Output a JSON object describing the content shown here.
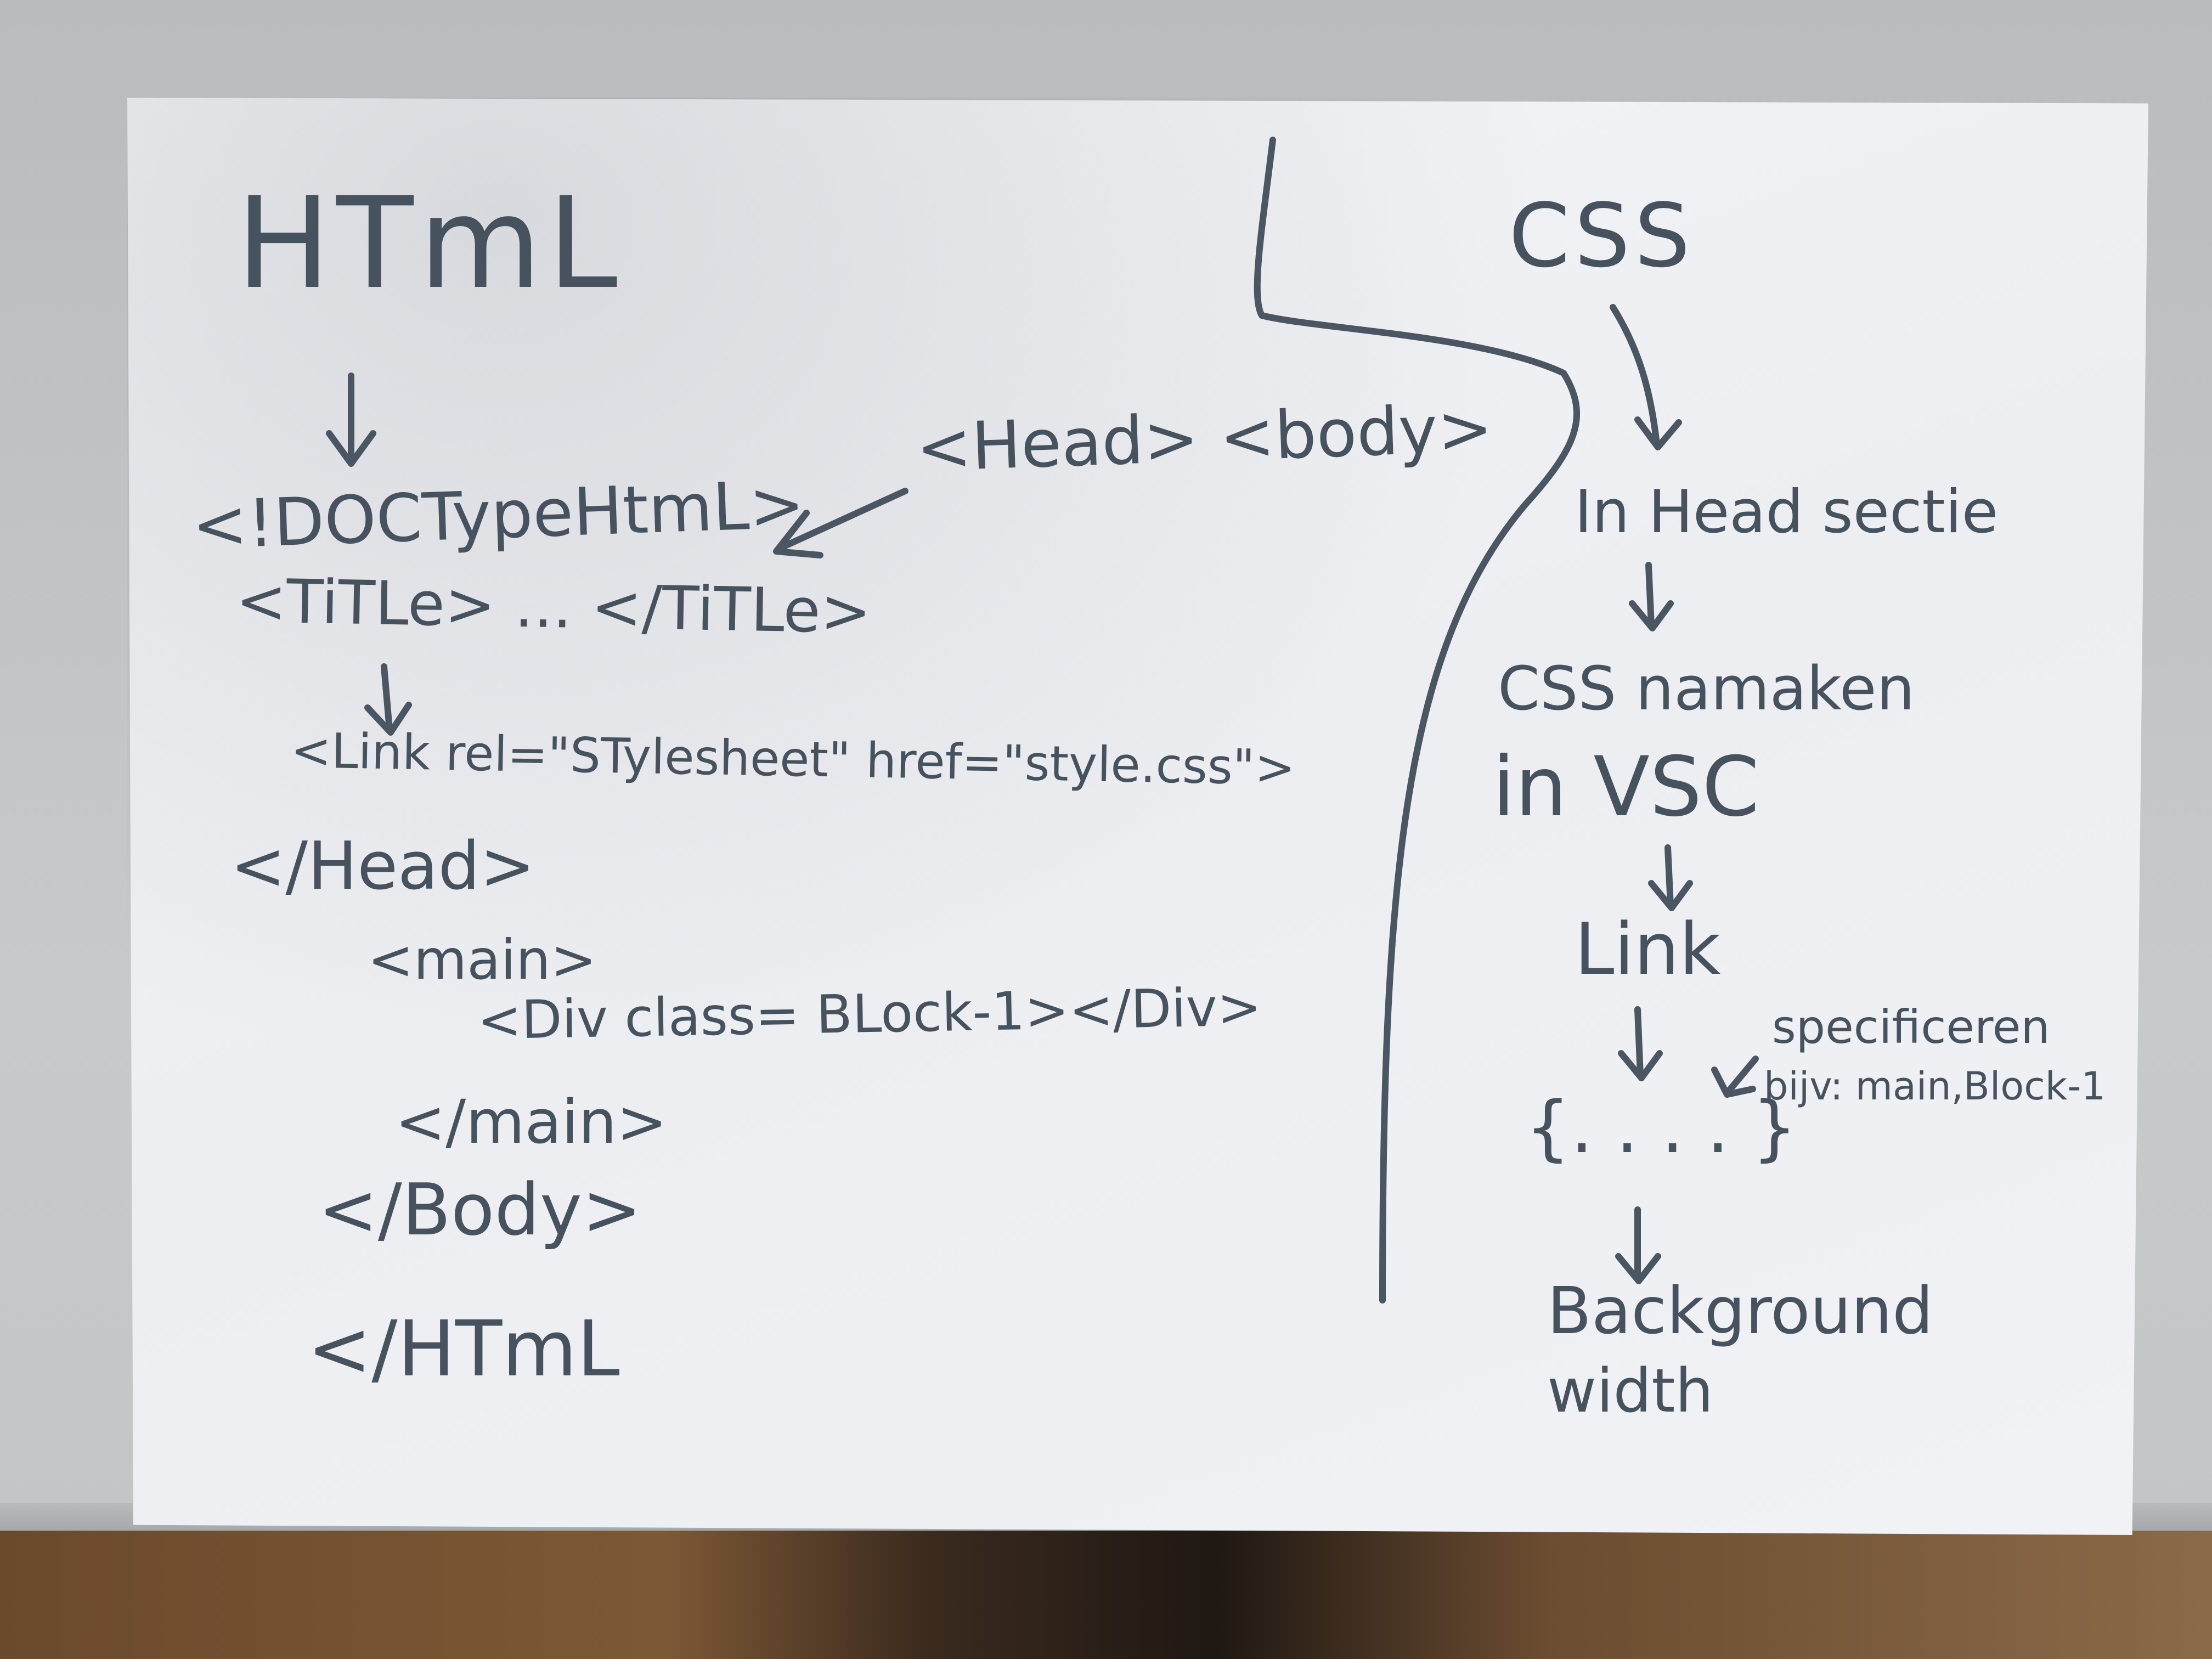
{
  "sheet": {
    "html_column": {
      "heading": "HTmL",
      "doctype": "<!DOCTypeHtmL>",
      "title_line": "<TiTLe> ... </TiTLe>",
      "link_line": "<Link rel=\"STylesheet\" href=\"style.css\">",
      "head_close": "</Head>",
      "main_open": "<main>",
      "div_line": "<Div class= BLock-1></Div>",
      "main_close": "</main>",
      "body_close": "</Body>",
      "html_close": "</HTmL"
    },
    "middle": {
      "head_body": "<Head> <body>"
    },
    "css_column": {
      "heading": "CSS",
      "step1": "In Head sectie",
      "step2a": "CSS namaken",
      "step2b": "in VSC",
      "step3": "Link",
      "braces": "{. . . . }",
      "note_title": "specificeren",
      "note_example": "bijv: main,Block-1",
      "step4a": "Background",
      "step4b": "width"
    }
  },
  "colors": {
    "ink": "#46535f",
    "paper": "#f1f2f5",
    "table": "#bfc2c4"
  }
}
